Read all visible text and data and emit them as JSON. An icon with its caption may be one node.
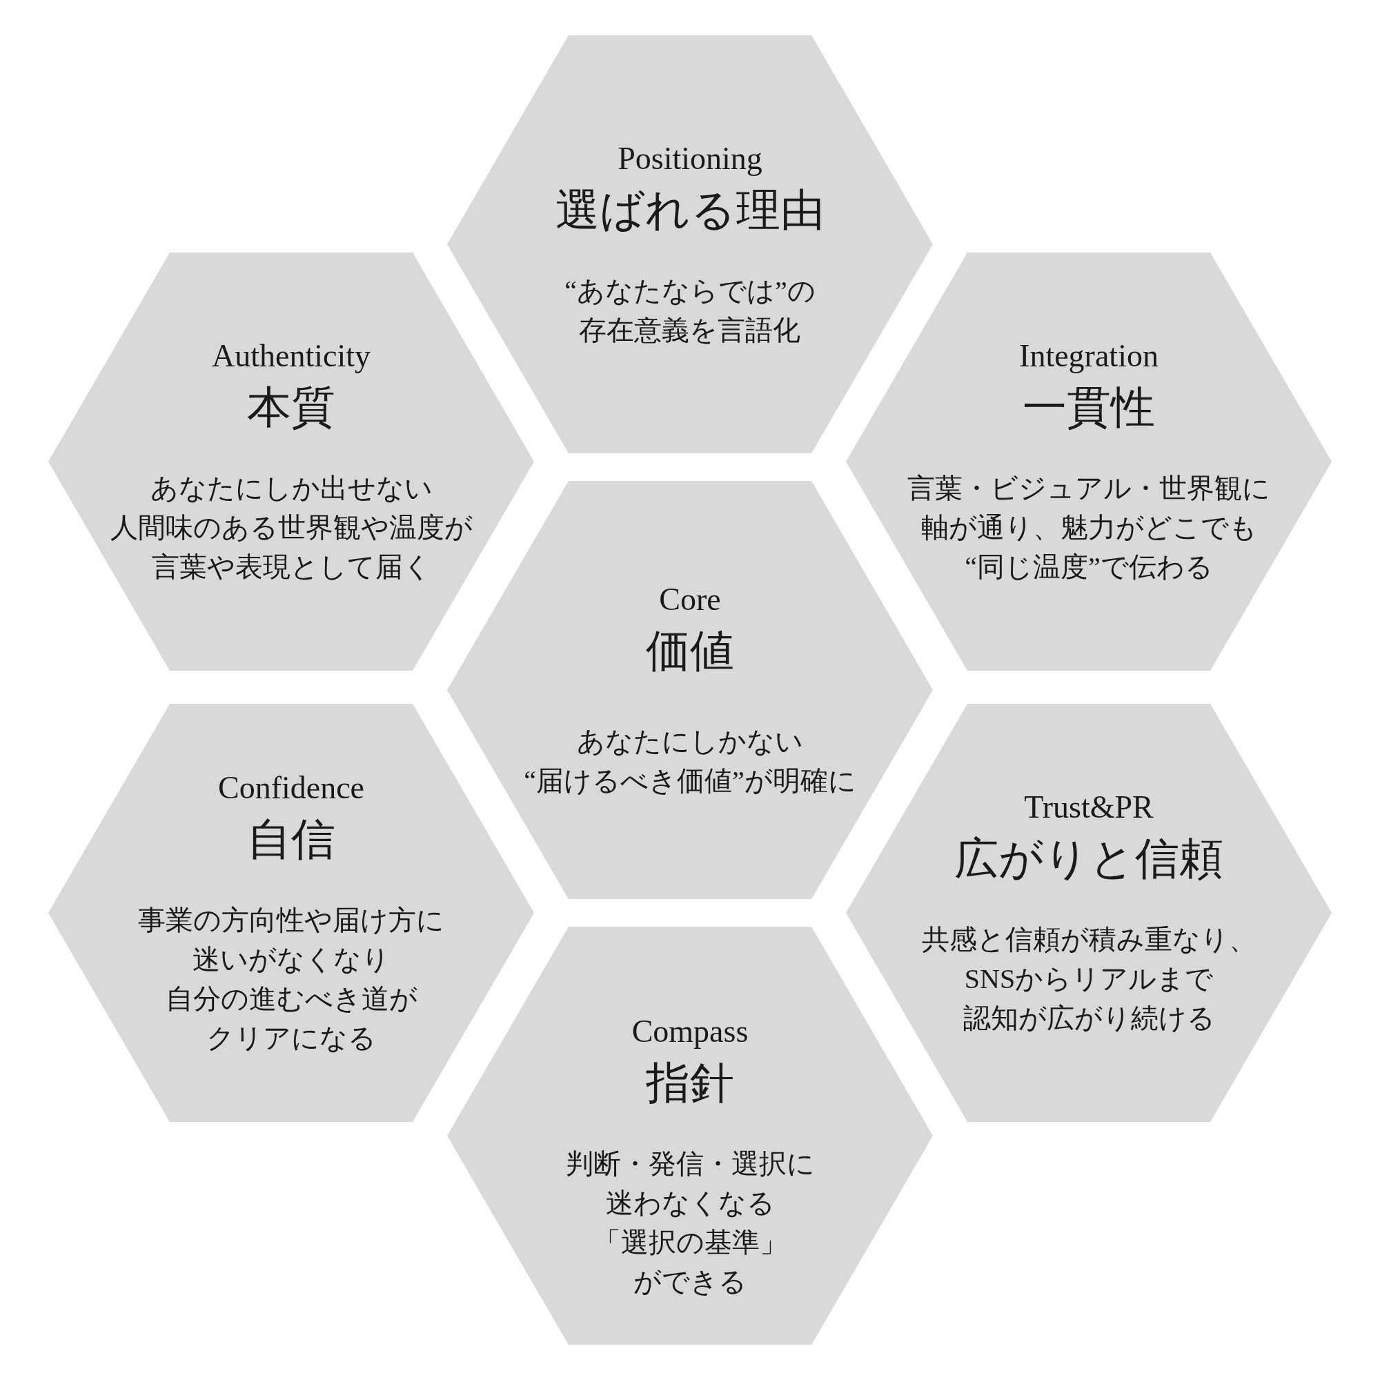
{
  "diagram": {
    "nodes": [
      {
        "text": [
          "Positioning",
          "選ばれる理由",
          "“あなたならでは”の存在意義を言語化"
        ]
      },
      {
        "text": [
          "Authenticity",
          "本質",
          "あなたにしか出せない人間味のある世界観や温度が言葉や表現として届く"
        ]
      },
      {
        "text": [
          "Integration",
          "一貫性",
          "言葉・ビジュアル・世界観に軸が通り、魅力がどこでも“同じ温度”で伝わる"
        ]
      },
      {
        "text": [
          "Core",
          "価値",
          "あなたにしかない“届けるべき価値”が明確に"
        ]
      },
      {
        "text": [
          "Confidence",
          "自信",
          "事業の方向性や届け方に迷いがなくなり自分の進むべき道がクリアになる"
        ]
      },
      {
        "text": [
          "Trust&PR",
          "広がりと信頼",
          "共感と信頼が積み重なり、SNSからリアルまで認知が広がり続ける"
        ]
      },
      {
        "text": [
          "Compass",
          "指針",
          "判断・発信・選択に迷わなくなる「選択の基準」ができる"
        ]
      }
    ]
  }
}
